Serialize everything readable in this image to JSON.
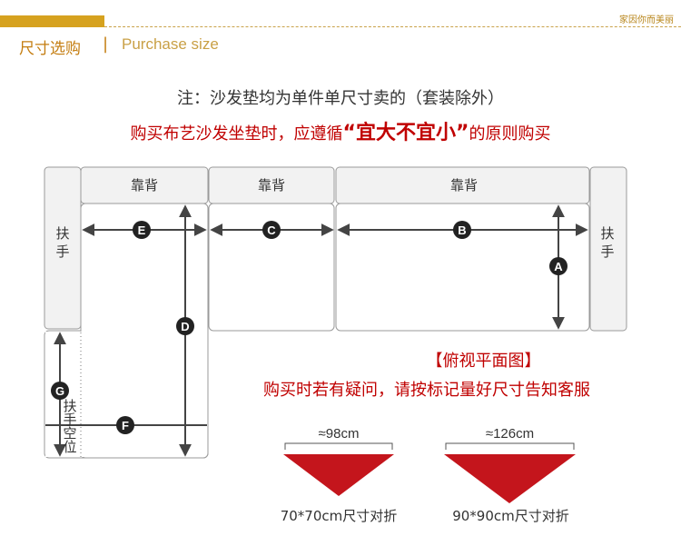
{
  "header": {
    "brand": "家因你而美丽",
    "title_cn": "尺寸选购",
    "separator": "|",
    "title_en": "Purchase size"
  },
  "note": "注：沙发垫均为单件单尺寸卖的（套装除外）",
  "principle": {
    "prefix": "购买布艺沙发坐垫时，应遵循",
    "highlight": "“宜大不宜小”",
    "suffix": "的原则购买"
  },
  "diagram": {
    "armrest_left": [
      "扶",
      "手"
    ],
    "armrest_right": [
      "扶",
      "手"
    ],
    "backrest_1": "靠背",
    "backrest_2": "靠背",
    "backrest_3": "靠背",
    "armrest_space": [
      "扶",
      "手",
      "空",
      "位"
    ],
    "markers": {
      "a": "A",
      "b": "B",
      "c": "C",
      "d": "D",
      "e": "E",
      "f": "F",
      "g": "G"
    }
  },
  "view_title": "【俯视平面图】",
  "ask": "购买时若有疑问，请按标记量好尺寸告知客服",
  "cushions": {
    "small": {
      "size": "≈98cm",
      "caption": "70*70cm尺寸对折"
    },
    "large": {
      "size": "≈126cm",
      "caption": "90*90cm尺寸对折"
    }
  },
  "colors": {
    "gold": "#d6a21f",
    "red": "#c00000",
    "cushion_red": "#c4151c",
    "panel_fill": "#f2f2f2",
    "panel_border": "#9a9a9a"
  }
}
